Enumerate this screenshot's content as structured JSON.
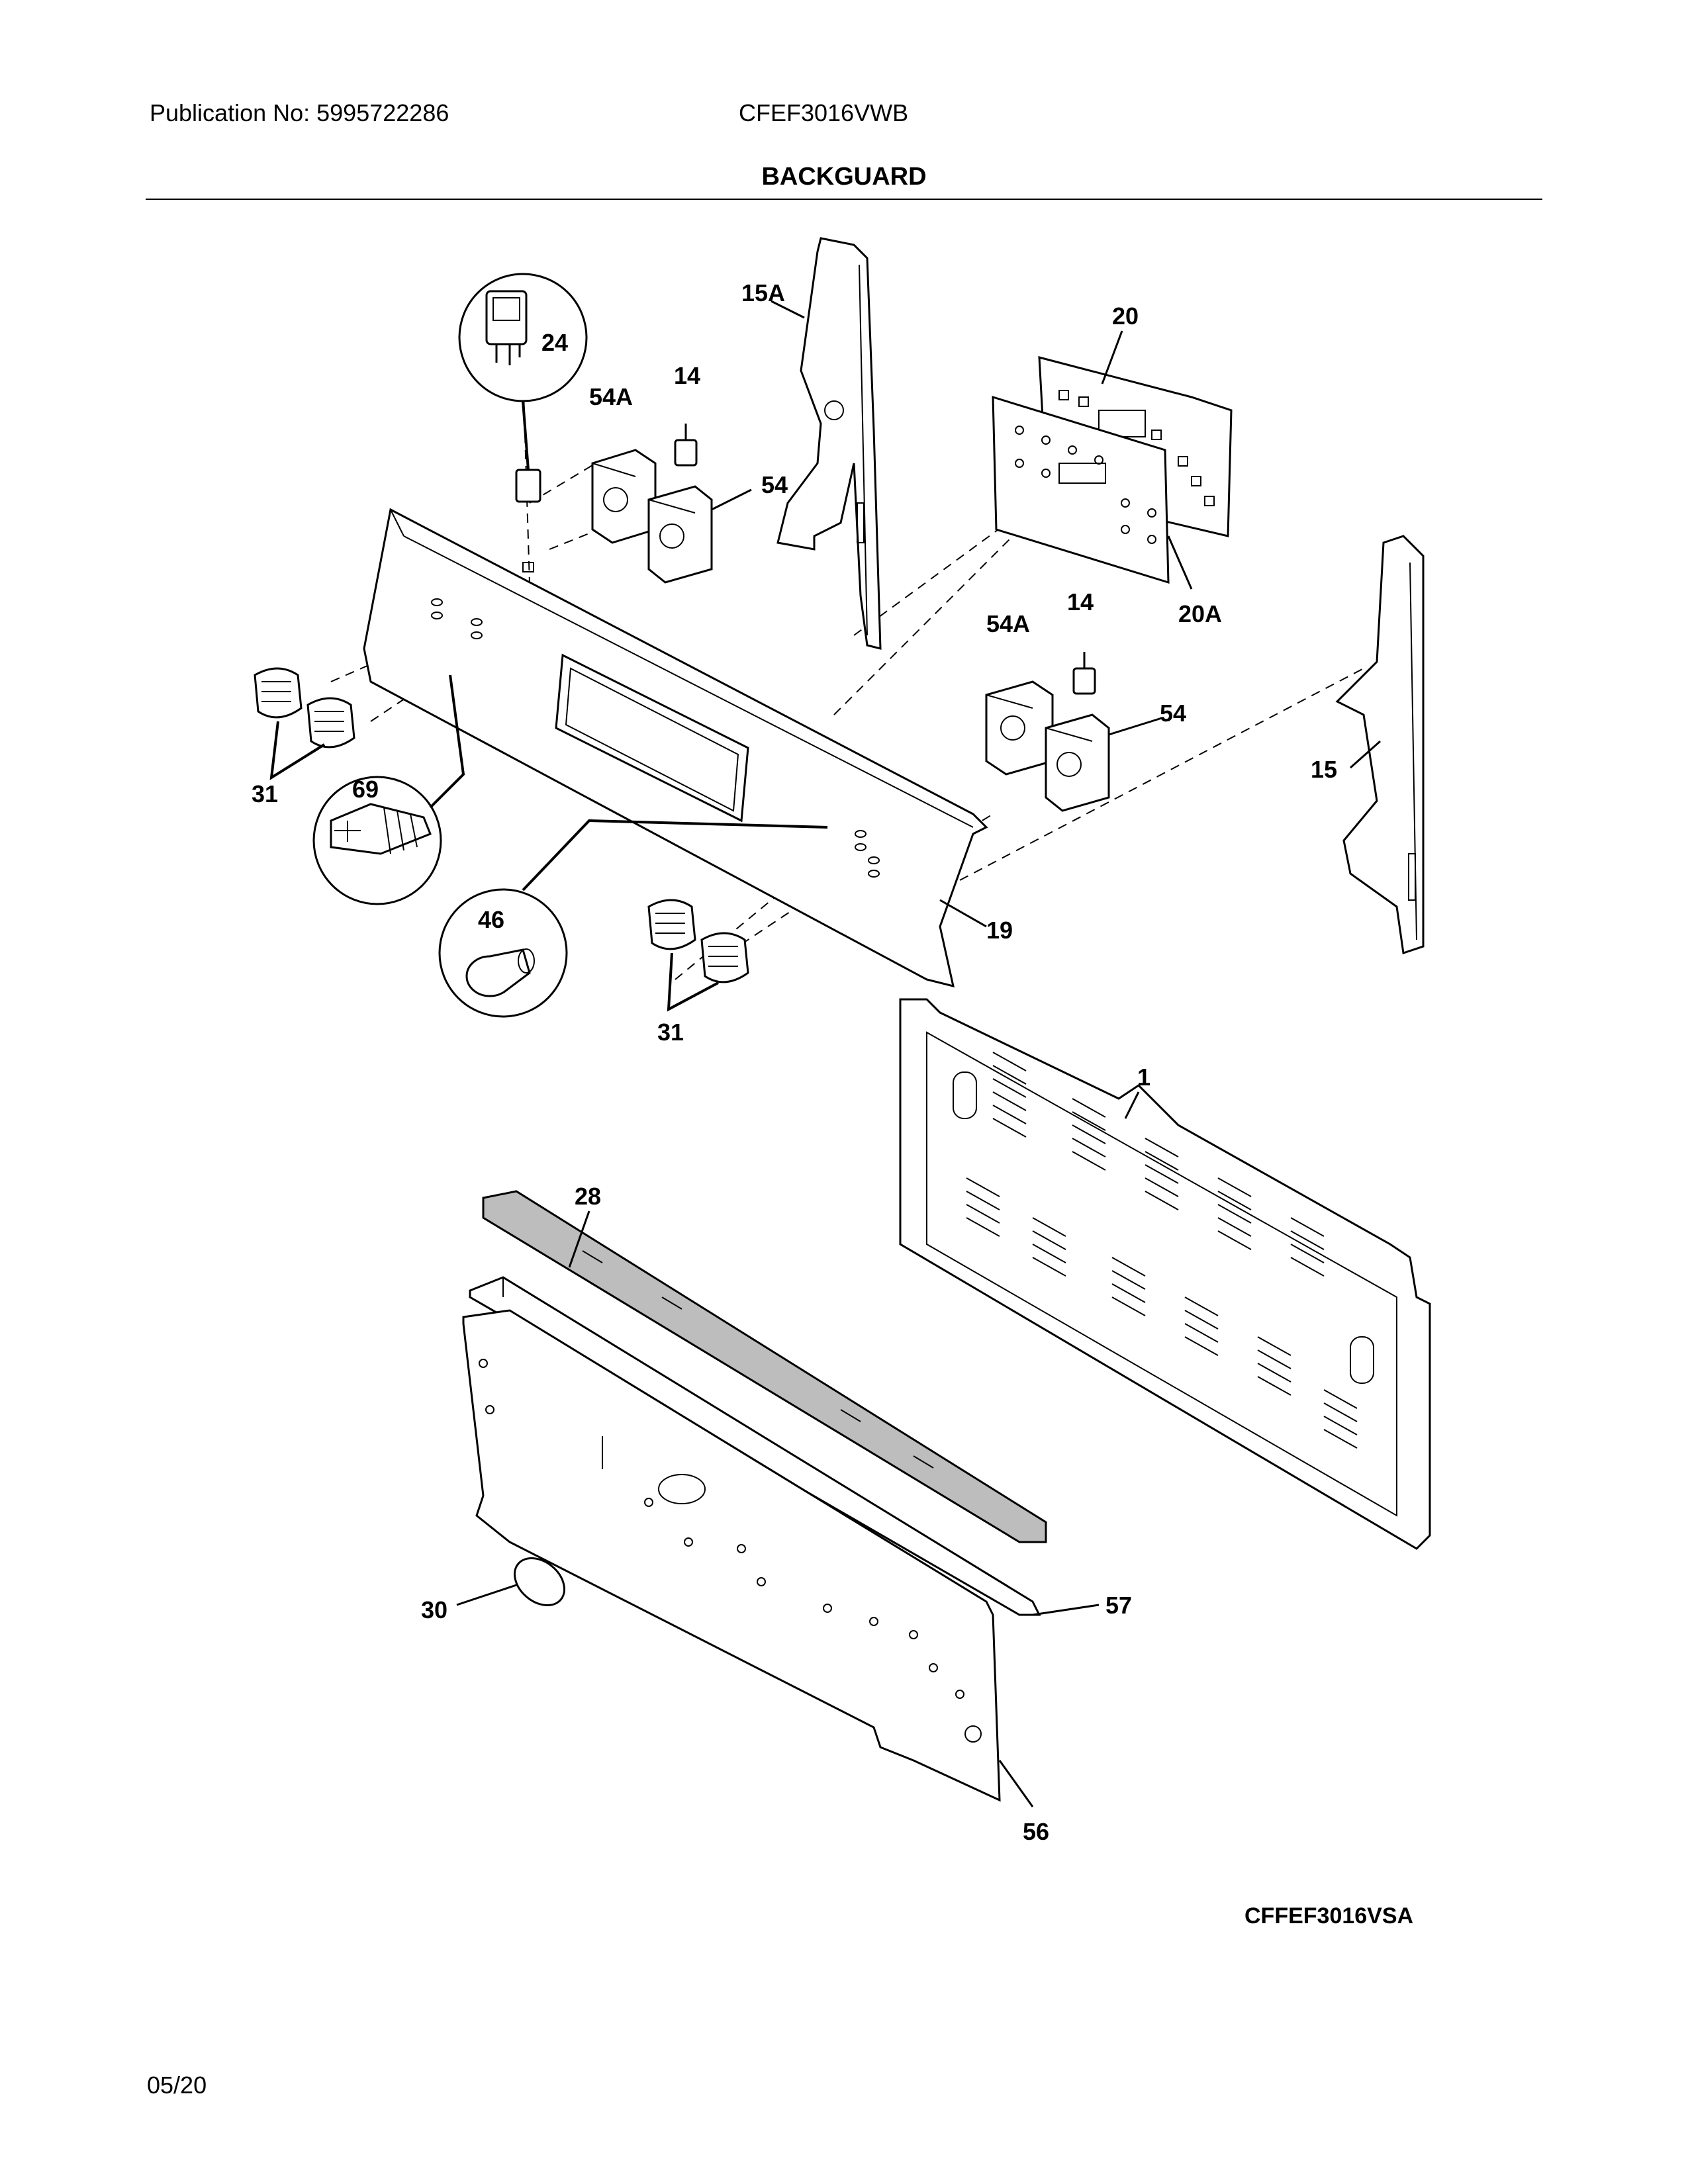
{
  "header": {
    "publication": "Publication No: 5995722286",
    "model": "CFEF3016VWB",
    "section_title": "BACKGUARD"
  },
  "callouts": [
    {
      "id": "24",
      "label": "24"
    },
    {
      "id": "15A",
      "label": "15A"
    },
    {
      "id": "20",
      "label": "20"
    },
    {
      "id": "14a",
      "label": "14"
    },
    {
      "id": "54Aa",
      "label": "54A"
    },
    {
      "id": "54a",
      "label": "54"
    },
    {
      "id": "20A",
      "label": "20A"
    },
    {
      "id": "14b",
      "label": "14"
    },
    {
      "id": "54Ab",
      "label": "54A"
    },
    {
      "id": "54b",
      "label": "54"
    },
    {
      "id": "15",
      "label": "15"
    },
    {
      "id": "31a",
      "label": "31"
    },
    {
      "id": "69",
      "label": "69"
    },
    {
      "id": "46",
      "label": "46"
    },
    {
      "id": "19",
      "label": "19"
    },
    {
      "id": "31b",
      "label": "31"
    },
    {
      "id": "1",
      "label": "1"
    },
    {
      "id": "28",
      "label": "28"
    },
    {
      "id": "30",
      "label": "30"
    },
    {
      "id": "57",
      "label": "57"
    },
    {
      "id": "56",
      "label": "56"
    }
  ],
  "footer": {
    "diagram_code": "CFFEF3016VSA",
    "date": "05/20"
  }
}
